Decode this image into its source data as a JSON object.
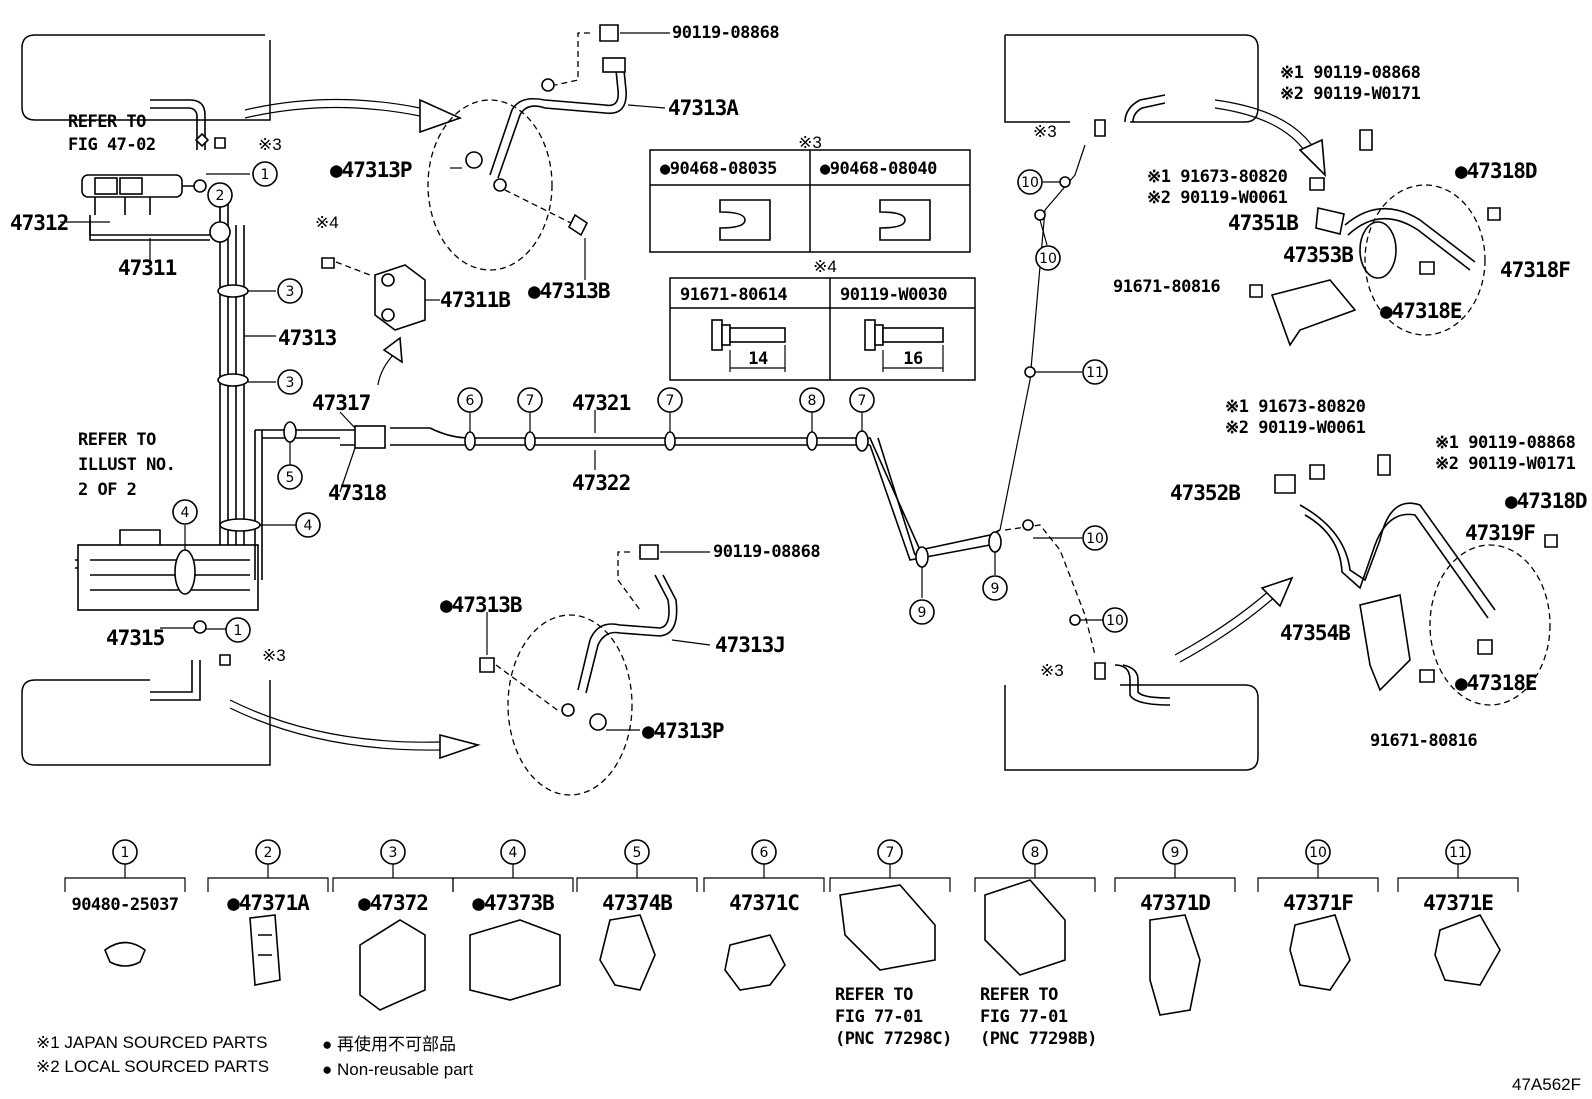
{
  "title_code": "47A562F",
  "notes": {
    "refer_fig": [
      "REFER TO",
      "FIG 47-02"
    ],
    "refer_illust": [
      "REFER TO",
      "ILLUST NO.",
      "2 OF 2"
    ],
    "legend_jp_sourced": "※1 JAPAN SOURCED PARTS",
    "legend_local_sourced": "※2 LOCAL SOURCED PARTS",
    "legend_nonreusable_jp": "● 再使用不可部品",
    "legend_nonreusable_en": "● Non-reusable part"
  },
  "labels": {
    "p47312": "47312",
    "p47311": "47311",
    "p47313": "47313",
    "p47311B": "47311B",
    "p47317": "47317",
    "p47318": "47318",
    "p47315": "47315",
    "p47321": "47321",
    "p47322": "47322",
    "p47313A": "47313A",
    "p47313P_top": "●47313P",
    "p47313B_top": "●47313B",
    "p90119_08868_top": "90119-08868",
    "p47313B_bot": "●47313B",
    "p47313J": "47313J",
    "p47313P_bot": "●47313P",
    "p90119_08868_mid": "90119-08868",
    "mark3_a": "※3",
    "mark3_b": "※3",
    "mark3_c": "※3",
    "mark3_d": "※3",
    "mark4": "※4",
    "r_top_1a": "※1 90119-08868",
    "r_top_2a": "※2 90119-W0171",
    "r_top_1b": "※1 91673-80820",
    "r_top_2b": "※2 90119-W0061",
    "p47351B": "47351B",
    "p47353B": "47353B",
    "p91671_80816_top": "91671-80816",
    "p47318D_top": "●47318D",
    "p47318F": "47318F",
    "p47318E_top": "●47318E",
    "r_bot_1a": "※1 91673-80820",
    "r_bot_2a": "※2 90119-W0061",
    "r_bot_1b": "※1 90119-08868",
    "r_bot_2b": "※2 90119-W0171",
    "p47352B": "47352B",
    "p47318D_bot": "●47318D",
    "p47319F": "47319F",
    "p47354B": "47354B",
    "p47318E_bot": "●47318E",
    "p91671_80816_bot": "91671-80816"
  },
  "clip_table_3": {
    "mark": "※3",
    "cols": [
      "●90468-08035",
      "●90468-08040"
    ]
  },
  "bolt_table_4": {
    "mark": "※4",
    "cols": [
      "91671-80614",
      "90119-W0030"
    ],
    "dims": [
      "14",
      "16"
    ]
  },
  "callouts": [
    "1",
    "2",
    "3",
    "4",
    "5",
    "6",
    "7",
    "8",
    "9",
    "10",
    "11"
  ],
  "bottom_parts": [
    {
      "num": "1",
      "part": "90480-25037",
      "refer": []
    },
    {
      "num": "2",
      "part": "●47371A",
      "refer": []
    },
    {
      "num": "3",
      "part": "●47372",
      "refer": []
    },
    {
      "num": "4",
      "part": "●47373B",
      "refer": []
    },
    {
      "num": "5",
      "part": "47374B",
      "refer": []
    },
    {
      "num": "6",
      "part": "47371C",
      "refer": []
    },
    {
      "num": "7",
      "part": "",
      "refer": [
        "REFER TO",
        "FIG 77-01",
        "(PNC 77298C)"
      ]
    },
    {
      "num": "8",
      "part": "",
      "refer": [
        "REFER TO",
        "FIG 77-01",
        "(PNC 77298B)"
      ]
    },
    {
      "num": "9",
      "part": "47371D",
      "refer": []
    },
    {
      "num": "10",
      "part": "47371F",
      "refer": []
    },
    {
      "num": "11",
      "part": "47371E",
      "refer": []
    }
  ]
}
